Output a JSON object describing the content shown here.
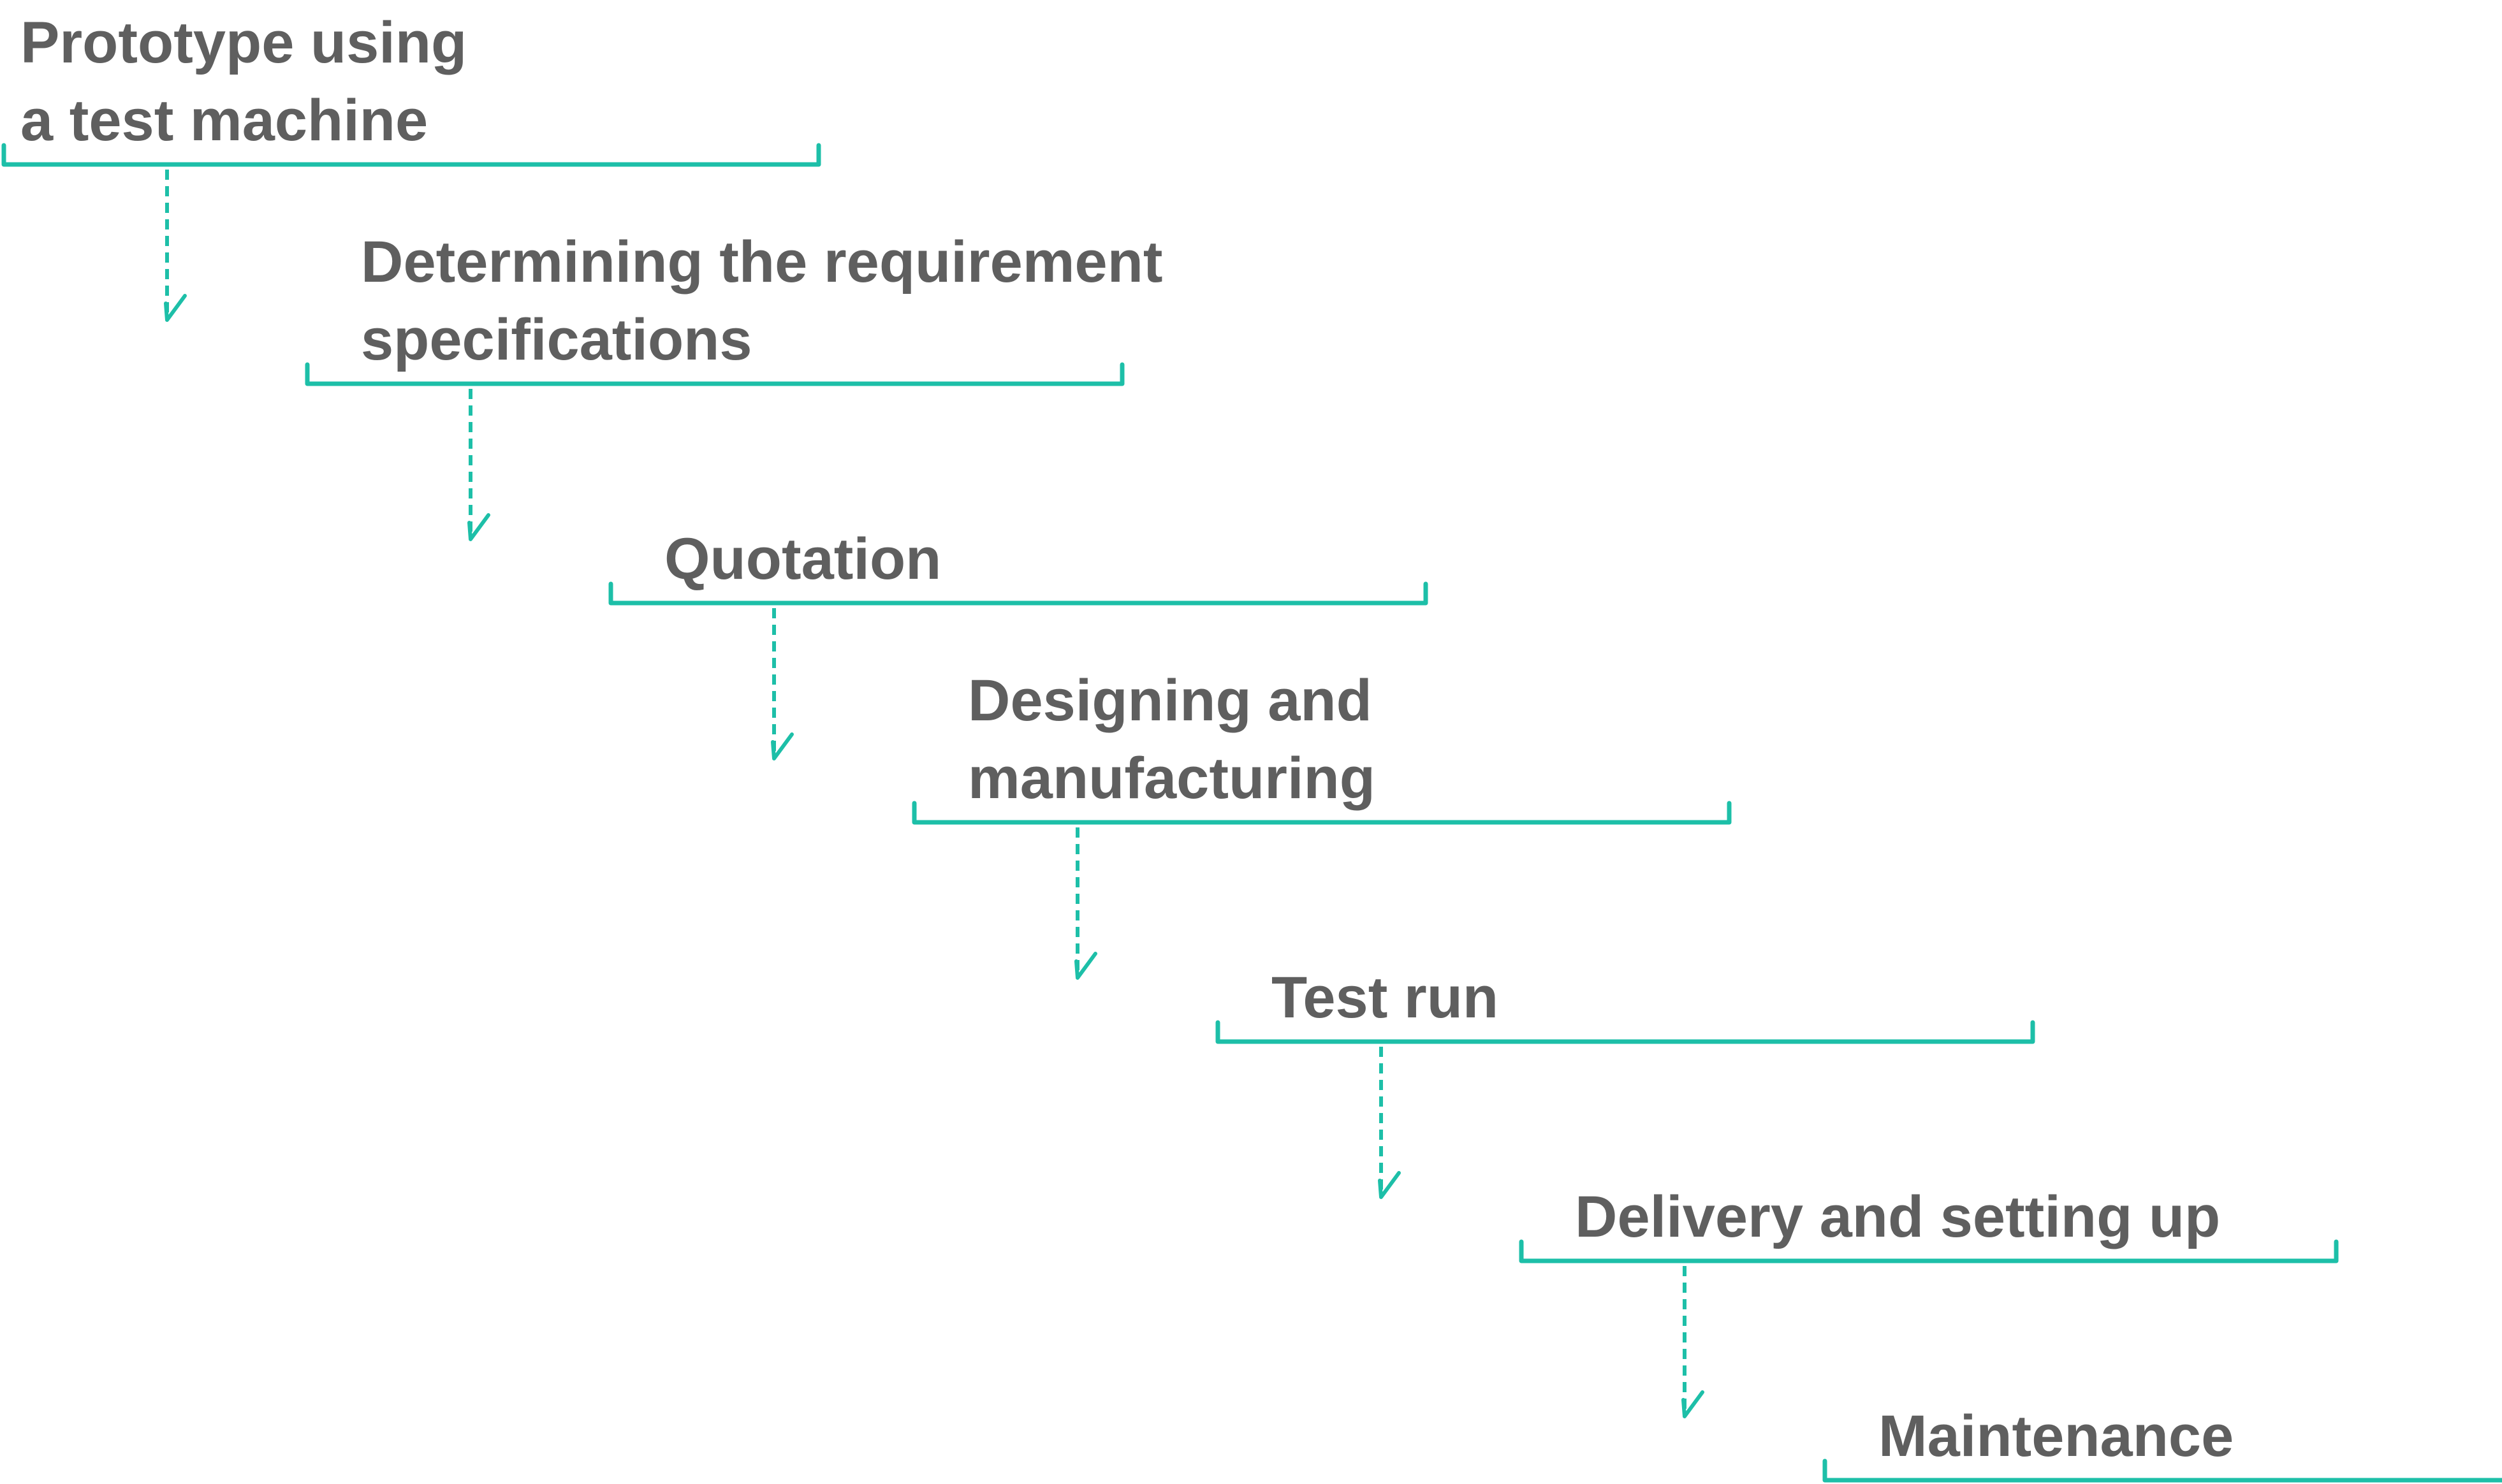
{
  "colors": {
    "accent": "#1dbfa8",
    "text": "#5f5f5f",
    "background": "#ffffff"
  },
  "steps": [
    {
      "lines": [
        "Prototype using",
        "a test machine"
      ]
    },
    {
      "lines": [
        "Determining the requirement",
        "specifications"
      ]
    },
    {
      "lines": [
        "Quotation"
      ]
    },
    {
      "lines": [
        "Designing and",
        "manufacturing"
      ]
    },
    {
      "lines": [
        "Test run"
      ]
    },
    {
      "lines": [
        "Delivery and setting up"
      ]
    },
    {
      "lines": [
        "Maintenance"
      ]
    }
  ]
}
